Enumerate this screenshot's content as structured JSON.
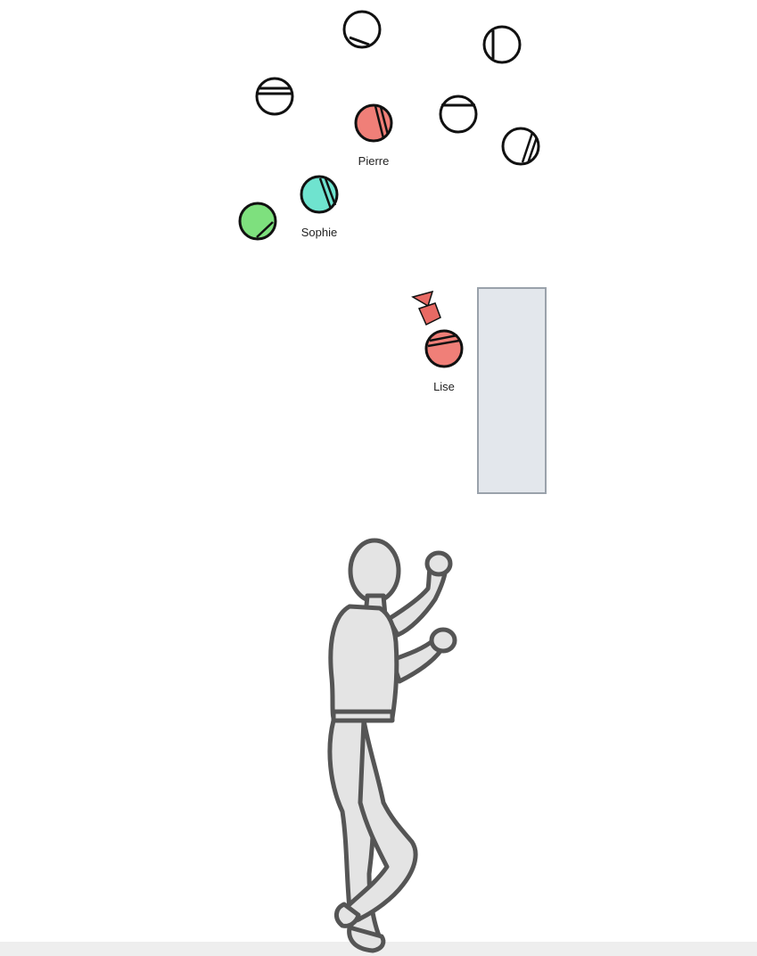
{
  "colors": {
    "background": "#ffffff",
    "outline": "#111111",
    "neutral": "#ffffff",
    "pierre": "#f07f78",
    "sophie": "#6fe3cf",
    "green": "#7ee07e",
    "lise": "#f07f78",
    "camera": "#e86a64",
    "set_piece_fill": "#e3e7ec",
    "set_piece_stroke": "#9aa2ab",
    "figure_fill": "#e4e4e4",
    "figure_outline": "#555555",
    "floor": "#eeeeee"
  },
  "characters": [
    {
      "name": "Pierre",
      "color": "pierre",
      "marker": "double-diagonal"
    },
    {
      "name": "Sophie",
      "color": "sophie",
      "marker": "double-diagonal"
    },
    {
      "name": "Lise",
      "color": "lise",
      "marker": "double-horizontal"
    }
  ],
  "unlabeled_markers": [
    {
      "color": "neutral",
      "marker": "diagonal"
    },
    {
      "color": "neutral",
      "marker": "vertical"
    },
    {
      "color": "neutral",
      "marker": "double-horizontal"
    },
    {
      "color": "neutral",
      "marker": "horizontal"
    },
    {
      "color": "neutral",
      "marker": "double-diagonal"
    },
    {
      "color": "green",
      "marker": "diagonal"
    }
  ],
  "icons": {
    "camera": "camera-icon",
    "set_piece": "set-piece-rect",
    "pose_figure": "mannequin-figure"
  }
}
